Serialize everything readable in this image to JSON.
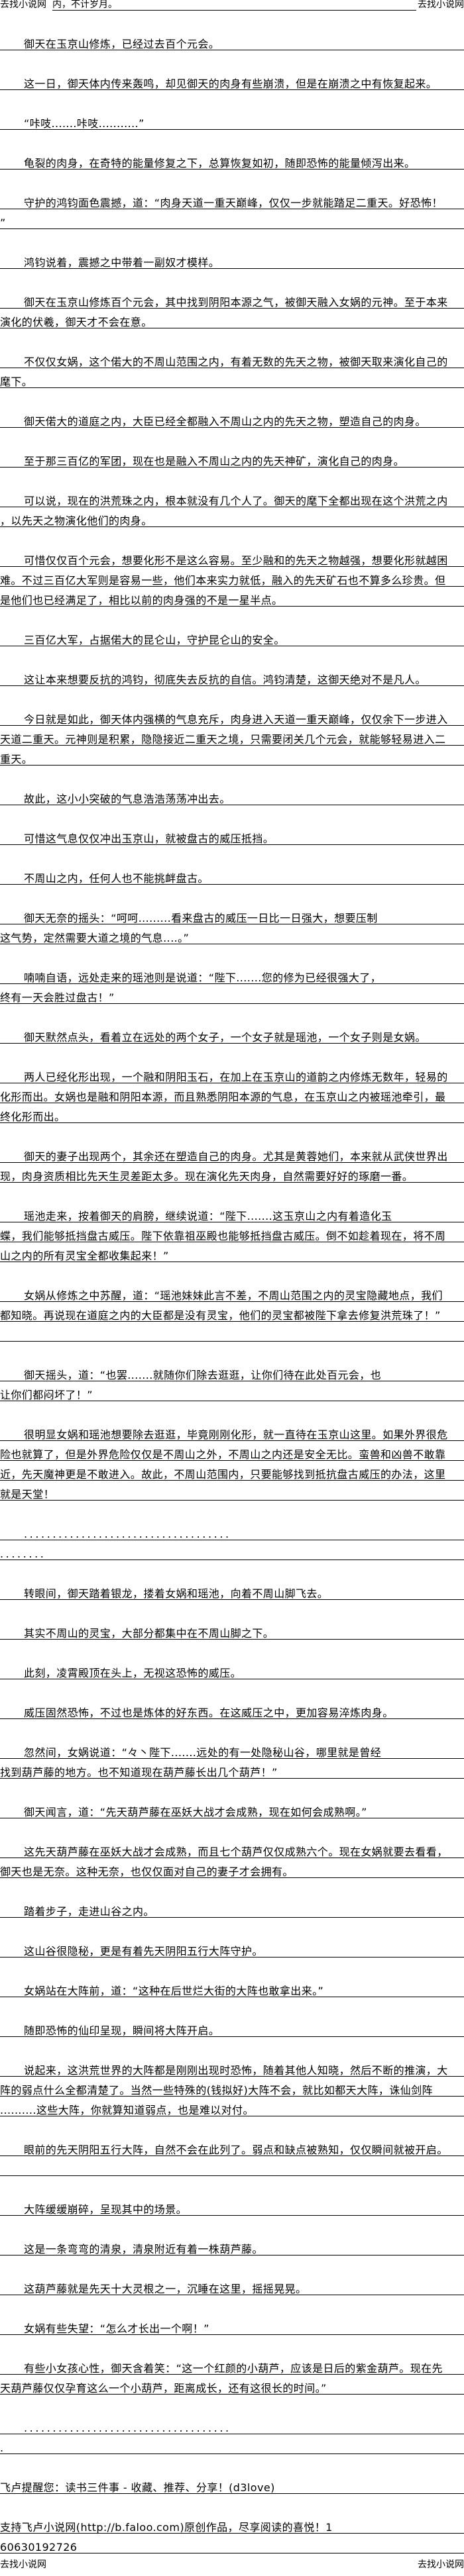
{
  "header": {
    "site_left": "去找小说网",
    "site_right": "去找小说网",
    "continued_text": "内，不计岁月。"
  },
  "paragraphs": [
    [
      "御天在玉京山修炼，已经过去百个元会。"
    ],
    [
      "这一日，御天体内传来轰鸣，却见御天的肉身有些崩溃，但是在崩溃之中有恢复起来。"
    ],
    [
      "“咔吱.......咔吱...........”"
    ],
    [
      "龟裂的肉身，在奇特的能量修复之下，总算恢复如初，随即恐怖的能量倾泻出来。"
    ],
    [
      "守护的鸿钧面色震撼，道：“肉身天道一重天巅峰，仅仅一步就能踏足二重天。好恐怖！",
      "”"
    ],
    [
      "鸿钧说着，震撼之中带着一副奴才模样。"
    ],
    [
      "御天在玉京山修炼百个元会，其中找到阴阳本源之气，被御天融入女娲的元神。至于本来",
      "演化的伏羲，御天才不会在意。"
    ],
    [
      "不仅仅女娲，这个偌大的不周山范围之内，有着无数的先天之物，被御天取来演化自己的",
      "麾下。"
    ],
    [
      "御天偌大的道庭之内，大臣已经全都融入不周山之内的先天之物，塑造自己的肉身。"
    ],
    [
      "至于那三百亿的军团，现在也是融入不周山之内的先天神矿，演化自己的肉身。"
    ],
    [
      "可以说，现在的洪荒珠之内，根本就没有几个人了。御天的麾下全都出现在这个洪荒之内",
      "，以先天之物演化他们的肉身。"
    ],
    [
      "可惜仅仅百个元会，想要化形不是这么容易。至少融和的先天之物越强，想要化形就越困",
      "难。不过三百亿大军则是容易一些，他们本来实力就低，融入的先天矿石也不算多么珍贵。但",
      "是他们也已经满足了，相比以前的肉身强的不是一星半点。"
    ],
    [
      "三百亿大军，占据偌大的昆仑山，守护昆仑山的安全。"
    ],
    [
      "这让本来想要反抗的鸿钧，彻底失去反抗的自信。鸿钧清楚，这御天绝对不是凡人。"
    ],
    [
      "今日就是如此，御天体内强横的气息充斥，肉身进入天道一重天巅峰，仅仅余下一步进入",
      "天道二重天。元神则是积累，隐隐接近二重天之境，只需要闭关几个元会，就能够轻易进入二",
      "重天。"
    ],
    [
      "故此，这小小突破的气息浩浩荡荡冲出去。"
    ],
    [
      "可惜这气息仅仅冲出玉京山，就被盘古的威压抵挡。"
    ],
    [
      "不周山之内，任何人也不能挑衅盘古。"
    ],
    [
      "御天无奈的摇头：“呵呵.........看来盘古的威压一日比一日强大，想要压制",
      "这气势，定然需要大道之境的气息‥‥。”"
    ],
    [
      "喃喃自语，远处走来的瑶池则是说道：“陛下.......您的修为已经很强大了，",
      "终有一天会胜过盘古！”"
    ],
    [
      "御天默然点头，看着立在远处的两个女子，一个女子就是瑶池，一个女子则是女娲。"
    ],
    [
      "两人已经化形出现，一个融和阴阳玉石，在加上在玉京山的道韵之内修炼无数年，轻易的",
      "化形而出。女娲也是融和阴阳本源，而且熟悉阴阳本源的气息，在玉京山之内被瑶池牵引，最",
      "终化形而出。"
    ],
    [
      "御天的妻子出现两个，其余还在塑造自己的肉身。尤其是黄蓉她们，本来就从武侠世界出",
      "现，肉身资质相比先天生灵差距太多。现在演化先天肉身，自然需要好好的琢磨一番。"
    ],
    [
      "瑶池走来，按着御天的肩膀，继续说道：“陛下.......这玉京山之内有着造化玉",
      "蝶，我们能够抵挡盘古威压。陛下依靠祖巫殿也能够抵挡盘古威压。倒不如趁着现在，将不周",
      "山之内的所有灵宝全都收集起来！”"
    ],
    [
      "女娲从修炼之中苏醒，道：“瑶池妹妹此言不差，不周山范围之内的灵宝隐藏地点，我们",
      "都知晓。再说现在道庭之内的大臣都是没有灵宝，他们的灵宝都被陛下拿去修复洪荒珠了！”",
      ""
    ],
    [
      "御天摇头，道：“也罢.......就随你们除去逛逛，让你们待在此处百元会，也",
      "让你们都闷坏了！”"
    ],
    [
      "很明显女娲和瑶池想要除去逛逛，毕竟刚刚化形，就一直待在玉京山这里。如果外界很危",
      "险也就算了，但是外界危险仅仅是不周山之外，不周山之内还是安全无比。蛮兽和凶兽不敢靠",
      "近，先天魔神更是不敢进入。故此，不周山范围内，只要能够找到抵抗盘古威压的办法，这里",
      "就是天堂！"
    ],
    [
      "....................................",
      "........"
    ],
    [
      "转眼间，御天踏着银龙，搂着女娲和瑶池，向着不周山脚飞去。"
    ],
    [
      "其实不周山的灵宝，大部分都集中在不周山脚之下。"
    ],
    [
      "此刻，凌霄殿顶在头上，无视这恐怖的威压。"
    ],
    [
      "威压固然恐怖，不过也是炼体的好东西。在这威压之中，更加容易淬炼肉身。"
    ],
    [
      "忽然间，女娲说道：“々丶陛下.......远处的有一处隐秘山谷，哪里就是曾经",
      "找到葫芦藤的地方。也不知道现在葫芦藤长出几个葫芦！”"
    ],
    [
      "御天闻言，道：“先天葫芦藤在巫妖大战才会成熟，现在如何会成熟啊。”"
    ],
    [
      "这先天葫芦藤在巫妖大战才会成熟，而且七个葫芦仅仅成熟六个。现在女娲就要去看看，",
      "御天也是无奈。这种无奈，也仅仅面对自己的妻子才会拥有。"
    ],
    [
      "踏着步子，走进山谷之内。"
    ],
    [
      "这山谷很隐秘，更是有着先天阴阳五行大阵守护。"
    ],
    [
      "女娲站在大阵前，道：“这种在后世烂大街的大阵也敢拿出来。”"
    ],
    [
      "随即恐怖的仙印呈现，瞬间将大阵开启。"
    ],
    [
      "说起来，这洪荒世界的大阵都是刚刚出现时恐怖，随着其他人知晓，然后不断的推演，大",
      "阵的弱点什么全都清楚了。当然一些特殊的(钱拟好)大阵不会，就比如都天大阵，诛仙剑阵",
      "..........这些大阵，你就算知道弱点，也是难以对付。"
    ],
    [
      "眼前的先天阴阳五行大阵，自然不会在此列了。弱点和缺点被熟知，仅仅瞬间就被开启。",
      ""
    ],
    [
      "大阵缓缓崩碎，呈现其中的场景。"
    ],
    [
      "这是一条弯弯的清泉，清泉附近有着一株葫芦藤。"
    ],
    [
      "这葫芦藤就是先天十大灵根之一，沉睡在这里，摇摇晃晃。"
    ],
    [
      "女娲有些失望：“怎么才长出一个啊！”"
    ],
    [
      "有些小女孩心性，御天含着笑：“这一个红颜的小葫芦，应该是日后的紫金葫芦。现在先",
      "天葫芦藤仅仅孕育这么一个小葫芦，距离成长，还有这很长的时间。”"
    ],
    [
      "....................................",
      "."
    ]
  ],
  "notices": [
    [
      "飞卢提醒您：读书三件事 - 收藏、推荐、分享！(d3love)"
    ],
    [
      "支持飞卢小说网(http://b.faloo.com)原创作品，尽享阅读的喜悦！1",
      "60630192726"
    ]
  ],
  "footer": {
    "site_left": "去找小说网",
    "site_right": "去找小说网"
  }
}
